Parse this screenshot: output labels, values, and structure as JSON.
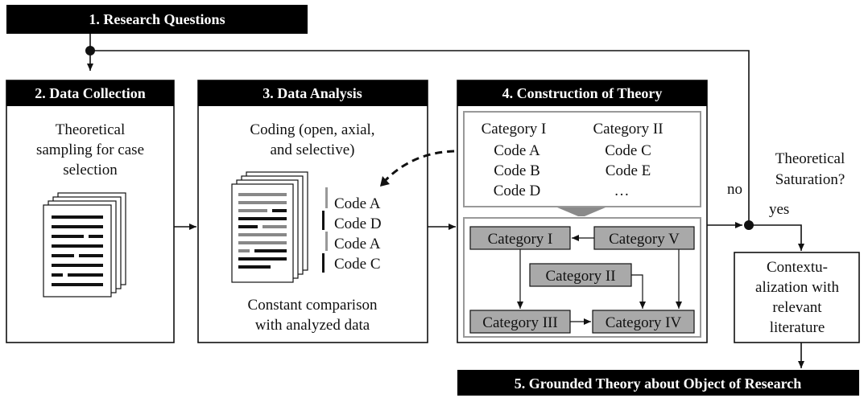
{
  "steps": {
    "research_questions": "1. Research Questions",
    "data_collection": "2. Data Collection",
    "data_analysis": "3. Data Analysis",
    "construction_of_theory": "4. Construction of Theory",
    "grounded_theory": "5. Grounded Theory about Object of Research"
  },
  "data_collection": {
    "lines": [
      "Theoretical",
      "sampling for case",
      "selection"
    ]
  },
  "data_analysis": {
    "coding_lines": [
      "Coding (open, axial,",
      "and selective)"
    ],
    "codes": [
      "Code A",
      "Code D",
      "Code A",
      "Code C"
    ],
    "comparison_lines": [
      "Constant comparison",
      "with analyzed data"
    ]
  },
  "construction": {
    "category_i_header": "Category I",
    "category_ii_header": "Category II",
    "col1_codes": [
      "Code A",
      "Code B",
      "Code D"
    ],
    "col2_codes": [
      "Code C",
      "Code E",
      "…"
    ],
    "categories": {
      "i": "Category I",
      "ii": "Category II",
      "iii": "Category III",
      "iv": "Category IV",
      "v": "Category V"
    }
  },
  "saturation": {
    "question_lines": [
      "Theoretical",
      "Saturation?"
    ],
    "no_label": "no",
    "yes_label": "yes"
  },
  "contextualization": {
    "lines": [
      "Contextu-",
      "alization with",
      "relevant",
      "literature"
    ]
  }
}
